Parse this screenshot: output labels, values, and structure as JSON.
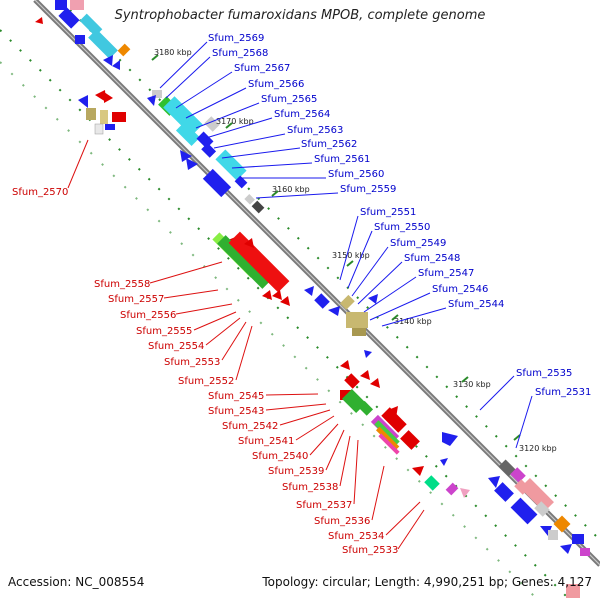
{
  "title": "Syntrophobacter fumaroxidans MPOB, complete genome",
  "footer": {
    "accession": "Accession: NC_008554",
    "summary": "Topology: circular; Length: 4,990,251 bp; Genes: 4,127"
  },
  "colors": {
    "upper_labels": "#0000cc",
    "lower_labels": "#cc0000",
    "backbone": "#8a8a8a",
    "tick": "#228822"
  },
  "kbp_ticks": [
    "3180 kbp",
    "3170 kbp",
    "3160 kbp",
    "3150 kbp",
    "3140 kbp",
    "3130 kbp",
    "3120 kbp"
  ],
  "upper_genes": [
    "Sfum_2569",
    "Sfum_2568",
    "Sfum_2567",
    "Sfum_2566",
    "Sfum_2565",
    "Sfum_2564",
    "Sfum_2563",
    "Sfum_2562",
    "Sfum_2561",
    "Sfum_2560",
    "Sfum_2559",
    "Sfum_2551",
    "Sfum_2550",
    "Sfum_2549",
    "Sfum_2548",
    "Sfum_2547",
    "Sfum_2546",
    "Sfum_2544",
    "Sfum_2535",
    "Sfum_2531"
  ],
  "lower_genes": [
    "Sfum_2570",
    "Sfum_2558",
    "Sfum_2557",
    "Sfum_2556",
    "Sfum_2555",
    "Sfum_2554",
    "Sfum_2553",
    "Sfum_2552",
    "Sfum_2545",
    "Sfum_2543",
    "Sfum_2542",
    "Sfum_2541",
    "Sfum_2540",
    "Sfum_2539",
    "Sfum_2538",
    "Sfum_2537",
    "Sfum_2536",
    "Sfum_2534",
    "Sfum_2533"
  ]
}
